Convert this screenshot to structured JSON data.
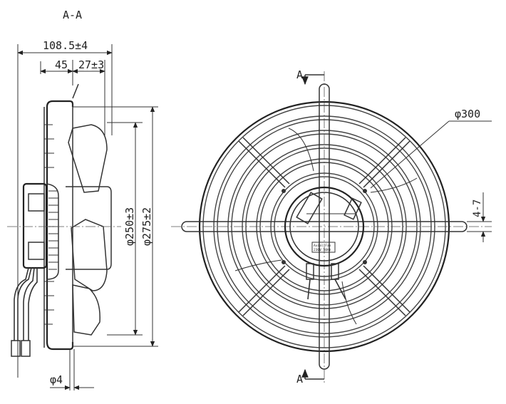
{
  "section_view": {
    "title": "A-A",
    "overall_depth": "108.5±4",
    "depth_to_frame": "45",
    "frame_depth": "27±3",
    "blade_diameter": "φ250±3",
    "ring_diameter": "φ275±2",
    "hole_diameter": "φ4"
  },
  "front_view": {
    "section_mark_top": "A",
    "section_mark_bottom": "A",
    "guard_diameter": "φ300",
    "mount_slot": "4-7",
    "rating_plate_line1": "Axial Fan",
    "rating_plate_line2": "230V 50Hz"
  }
}
